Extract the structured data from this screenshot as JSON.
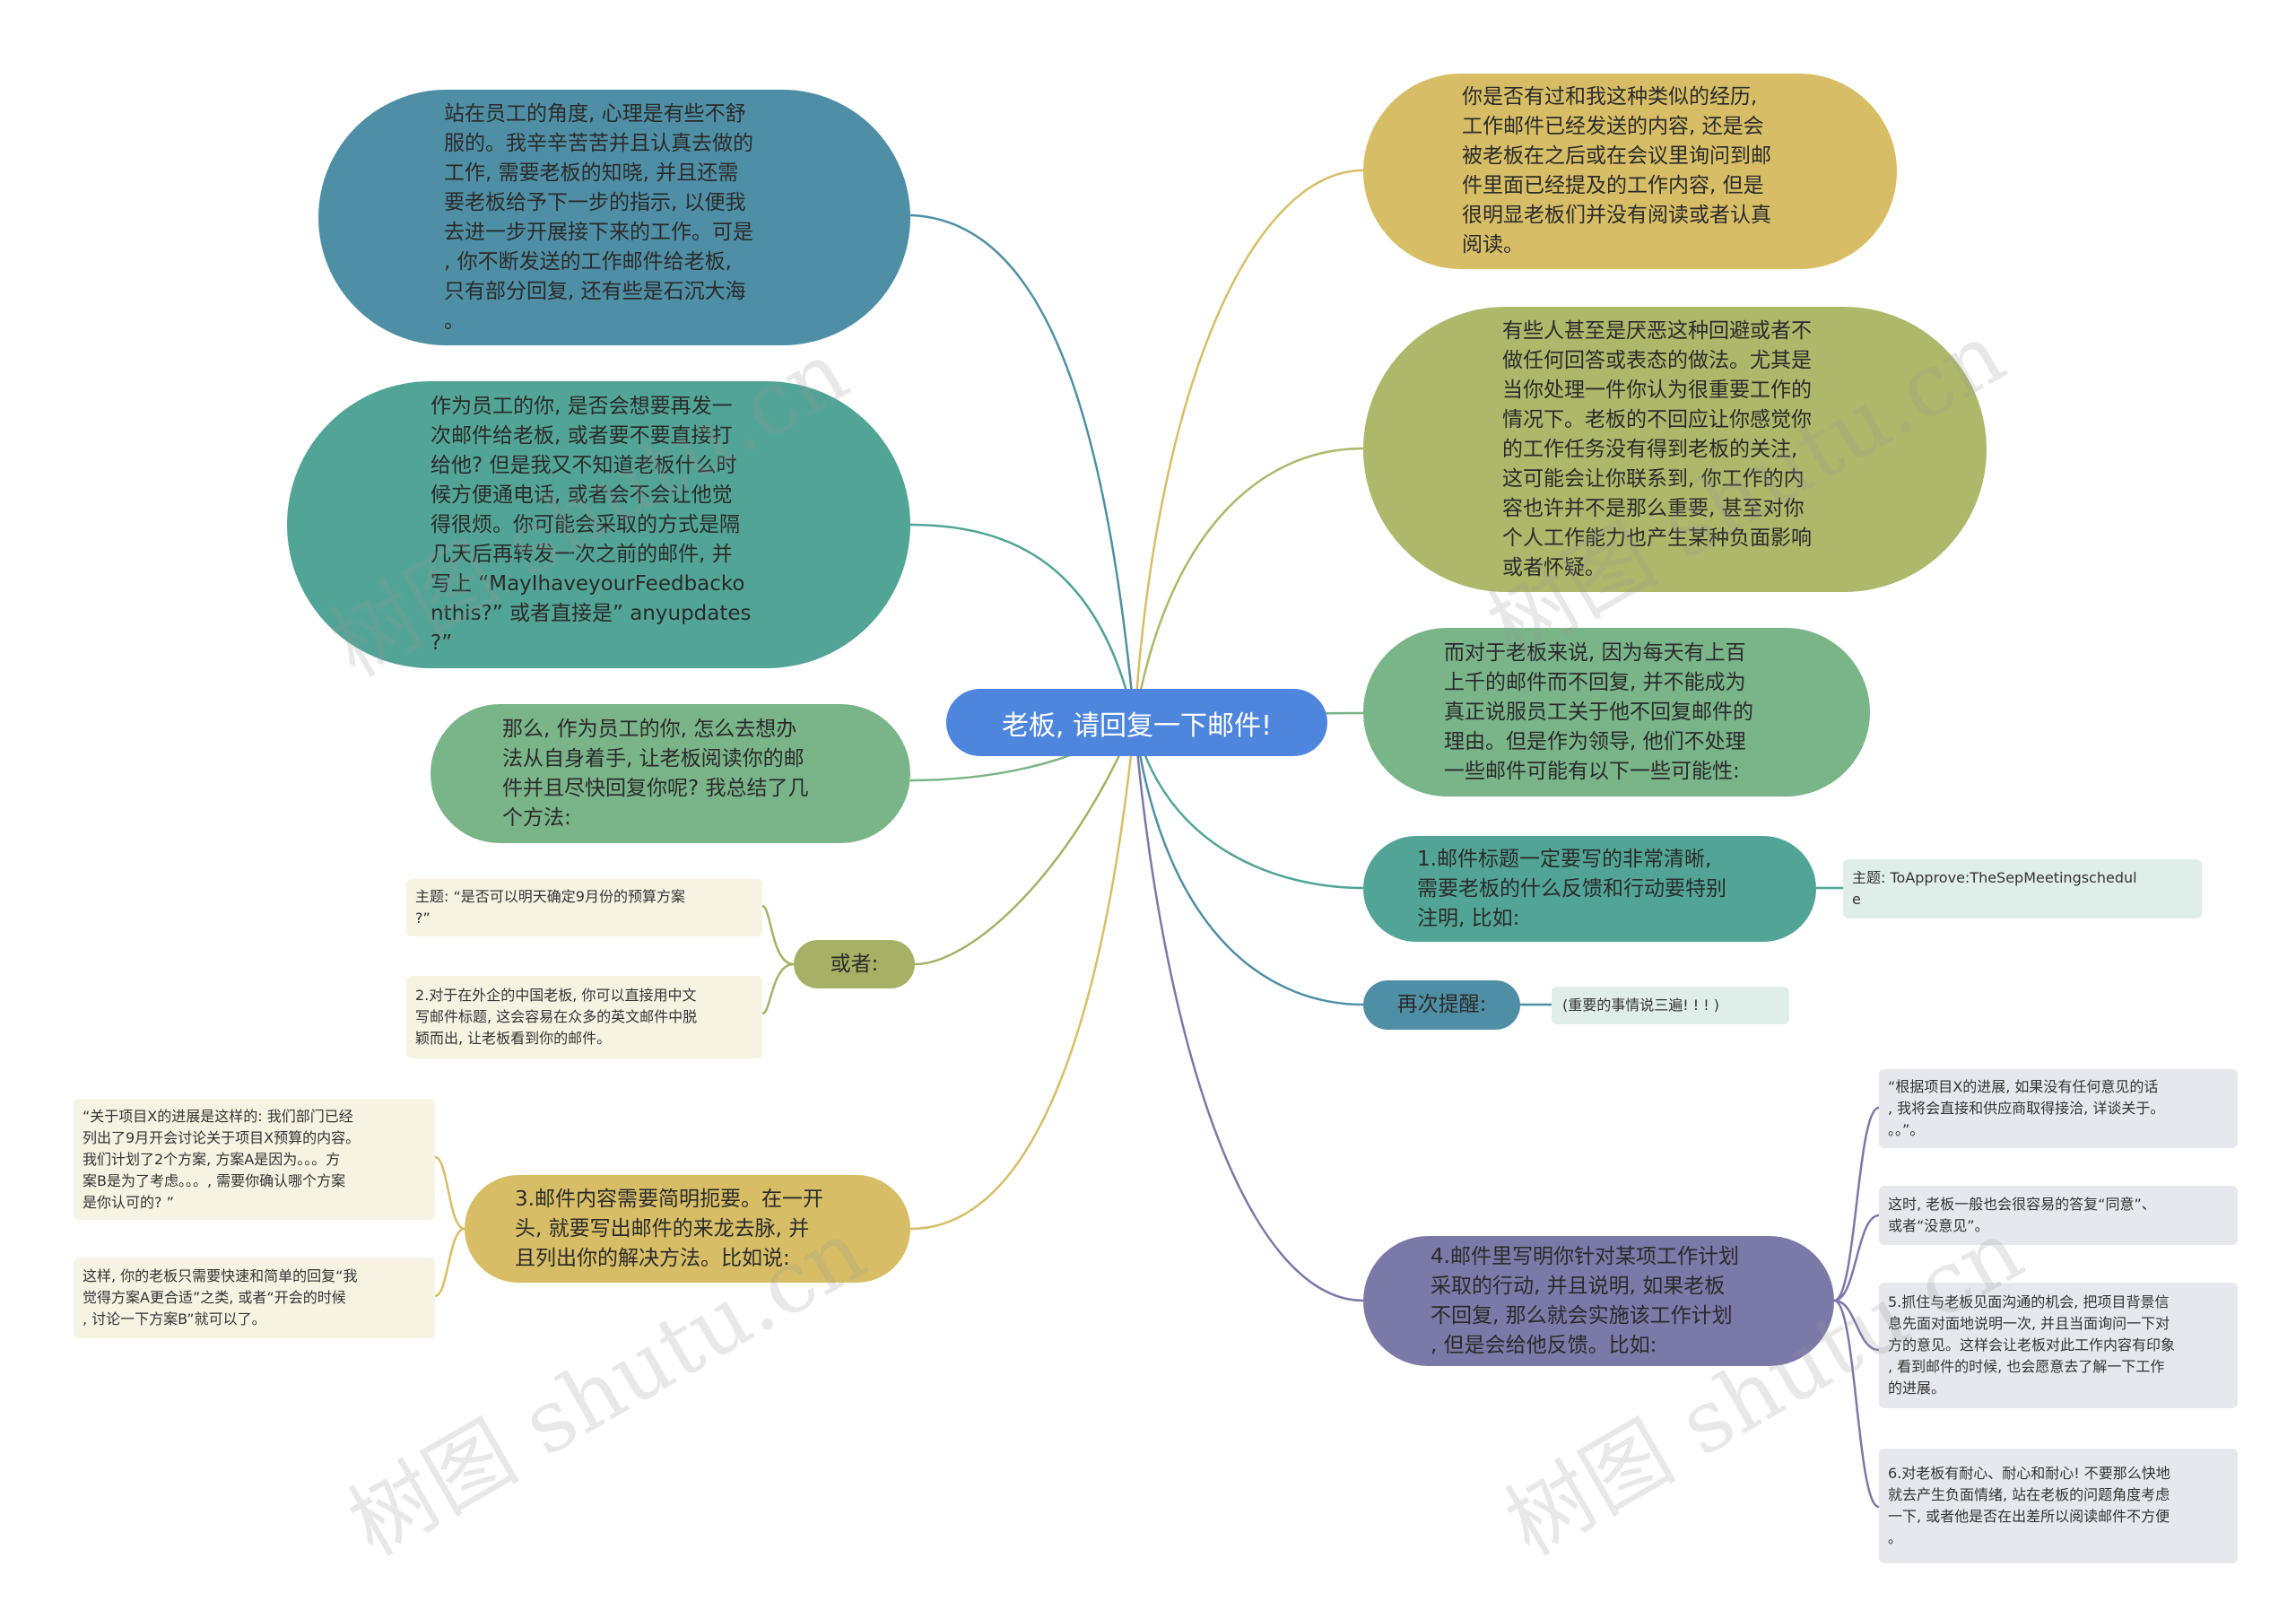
{
  "center": "老板, 请回复一下邮件!",
  "left": {
    "n1": "站在员工的角度, 心理是有些不舒\n服的。我辛辛苦苦并且认真去做的\n工作, 需要老板的知晓, 并且还需\n要老板给予下一步的指示, 以便我\n去进一步开展接下来的工作。可是\n, 你不断发送的工作邮件给老板,\n只有部分回复, 还有些是石沉大海\n。",
    "n2": "作为员工的你, 是否会想要再发一\n次邮件给老板, 或者要不要直接打\n给他? 但是我又不知道老板什么时\n候方便通电话, 或者会不会让他觉\n得很烦。你可能会采取的方式是隔\n几天后再转发一次之前的邮件, 并\n写上 “MayIhaveyourFeedbacko\nnthis?” 或者直接是” anyupdates\n?”",
    "n3": "那么, 作为员工的你, 怎么去想办\n法从自身着手, 让老板阅读你的邮\n件并且尽快回复你呢? 我总结了几\n个方法:",
    "or": "或者:",
    "or_children": [
      "主题: “是否可以明天确定9月份的预算方案\n?”",
      "2.对于在外企的中国老板, 你可以直接用中文\n写邮件标题, 这会容易在众多的英文邮件中脱\n颖而出, 让老板看到你的邮件。"
    ],
    "n3method": "3.邮件内容需要简明扼要。在一开\n头, 就要写出邮件的来龙去脉, 并\n且列出你的解决方法。比如说:",
    "n3method_children": [
      "“关于项目X的进展是这样的: 我们部门已经\n列出了9月开会讨论关于项目X预算的内容。\n我们计划了2个方案, 方案A是因为。。。方\n案B是为了考虑。。。, 需要你确认哪个方案\n是你认可的? ”",
      "这样, 你的老板只需要快速和简单的回复“我\n觉得方案A更合适”之类, 或者“开会的时候\n, 讨论一下方案B”就可以了。"
    ]
  },
  "right": {
    "r1": "你是否有过和我这种类似的经历,\n工作邮件已经发送的内容, 还是会\n被老板在之后或在会议里询问到邮\n件里面已经提及的工作内容, 但是\n很明显老板们并没有阅读或者认真\n阅读。",
    "r2": "有些人甚至是厌恶这种回避或者不\n做任何回答或表态的做法。尤其是\n当你处理一件你认为很重要工作的\n情况下。老板的不回应让你感觉你\n的工作任务没有得到老板的关注,\n这可能会让你联系到, 你工作的内\n容也许并不是那么重要, 甚至对你\n个人工作能力也产生某种负面影响\n或者怀疑。",
    "r3": "而对于老板来说, 因为每天有上百\n上千的邮件而不回复, 并不能成为\n真正说服员工关于他不回复邮件的\n理由。但是作为领导, 他们不处理\n一些邮件可能有以下一些可能性:",
    "m1": "1.邮件标题一定要写的非常清晰,\n需要老板的什么反馈和行动要特别\n注明, 比如:",
    "m1_child": "主题: ToApprove:TheSepMeetingschedul\ne",
    "remind": "再次提醒:",
    "remind_child": "(重要的事情说三遍! ! ! )",
    "m4": "4.邮件里写明你针对某项工作计划\n采取的行动, 并且说明, 如果老板\n不回复, 那么就会实施该工作计划\n, 但是会给他反馈。比如:",
    "m4_children": [
      "“根据项目X的进展, 如果没有任何意见的话\n, 我将会直接和供应商取得接洽, 详谈关于。\n。。”。",
      "这时, 老板一般也会很容易的答复“同意”、\n或者“没意见”。",
      "5.抓住与老板见面沟通的机会, 把项目背景信\n息先面对面地说明一次, 并且当面询问一下对\n方的意见。这样会让老板对此工作内容有印象\n, 看到邮件的时候, 也会愿意去了解一下工作\n的进展。",
      "6.对老板有耐心、耐心和耐心! 不要那么快地\n就去产生负面情绪, 站在老板的问题角度考虑\n一下, 或者他是否在出差所以阅读邮件不方便\n。"
    ]
  },
  "watermark": "树图 shutu.cn",
  "colors": {
    "center": "#4f86dd",
    "teal_blue": "#4f8fa5",
    "teal": "#52a596",
    "green": "#7ab489",
    "olive": "#a7b165",
    "gold": "#d7be66",
    "khaki": "#adb86a",
    "purple": "#7b79a8",
    "leaf_cream": "#f6f3e2",
    "leaf_grey": "#e6e8ee",
    "leaf_mint": "#e0eeea"
  }
}
